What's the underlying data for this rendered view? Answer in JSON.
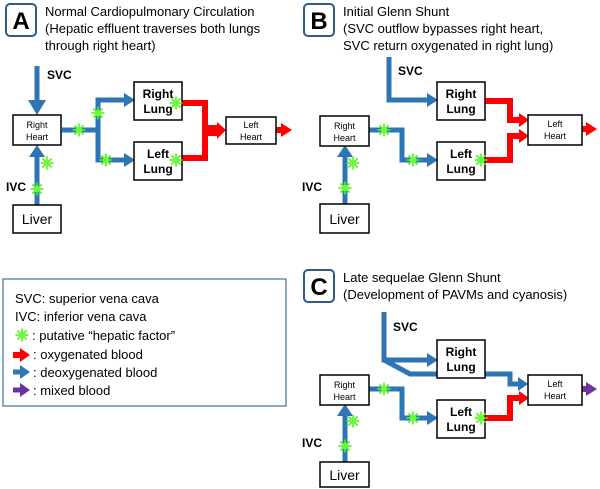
{
  "panels": {
    "a": {
      "letter": "A",
      "title_line1": "Normal Cardiopulmonary Circulation",
      "title_line2": "(Hepatic effluent traverses both lungs",
      "title_line3": "through right heart)"
    },
    "b": {
      "letter": "B",
      "title_line1": "Initial Glenn Shunt",
      "title_line2": "(SVC outflow bypasses right heart,",
      "title_line3": "SVC return oxygenated in right lung)"
    },
    "c": {
      "letter": "C",
      "title_line1": "Late sequelae Glenn Shunt",
      "title_line2": "(Development of PAVMs and cyanosis)"
    }
  },
  "nodes": {
    "svc": "SVC",
    "ivc": "IVC",
    "right_heart_l1": "Right",
    "right_heart_l2": "Heart",
    "right_lung_l1": "Right",
    "right_lung_l2": "Lung",
    "left_lung_l1": "Left",
    "left_lung_l2": "Lung",
    "left_heart_l1": "Left",
    "left_heart_l2": "Heart",
    "liver": "Liver"
  },
  "legend": {
    "line1": "SVC: superior vena cava",
    "line2": "IVC: inferior vena cava",
    "line3": ": putative “hepatic factor”",
    "line4": ": oxygenated blood",
    "line5": ": deoxygenated blood",
    "line6": ": mixed blood"
  },
  "colors": {
    "deoxygenated": "#2e75b6",
    "oxygenated": "#ff0000",
    "mixed": "#7030a0",
    "hepatic_factor": "#66ff33"
  }
}
